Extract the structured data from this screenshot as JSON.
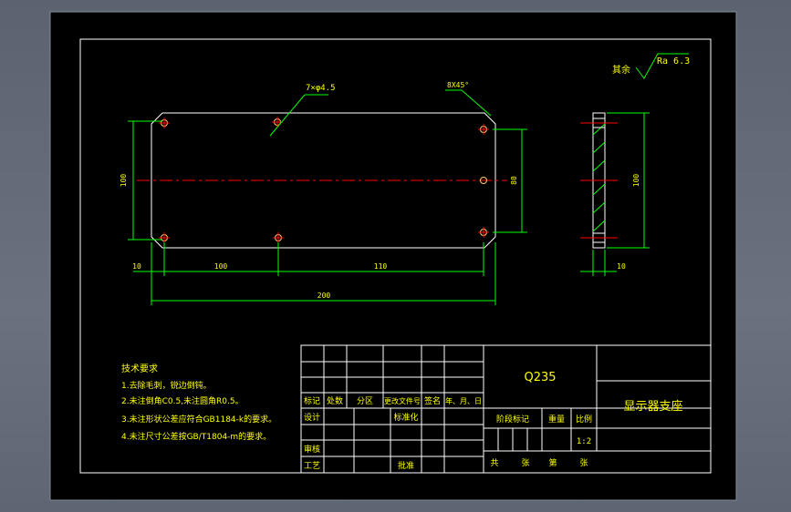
{
  "colors": {
    "background": "#000000",
    "frame": "#ffffff",
    "outline": "#ffffff",
    "dimension": "#00ff00",
    "centerline": "#ff0000",
    "hole": "#ffcc66",
    "text": "#ffff00",
    "title_text": "#00ff00",
    "hatch": "#00ff00"
  },
  "annotations": {
    "hole_spec": "7×φ4.5",
    "chamfer_spec": "8X45°",
    "surface_finish_prefix": "其余",
    "surface_finish_value": "Ra 6.3"
  },
  "dimensions": {
    "left_height": "100",
    "right_height": "80",
    "offset_left": "10",
    "span_left": "100",
    "span_right": "110",
    "overall_width": "200",
    "side_height": "100",
    "side_thickness": "10"
  },
  "tech_requirements": {
    "title": "技术要求",
    "items": [
      "1.去除毛刺，锐边倒钝。",
      "2.未注倒角C0.5,未注圆角R0.5。",
      "3.未注形状公差应符合GB1184-k的要求。",
      "4.未注尺寸公差按GB/T1804-m的要求。"
    ]
  },
  "title_block": {
    "material": "Q235",
    "part_name": "显示器支座",
    "header_labels": [
      "标记",
      "处数",
      "分区",
      "更改文件号",
      "签名",
      "年、月、日"
    ],
    "row_design": "设计",
    "row_standard": "标准化",
    "row_review": "审核",
    "row_process": "工艺",
    "row_approve": "批准",
    "stage_mark": "阶段标记",
    "weight": "重量",
    "scale_label": "比例",
    "scale_value": "1:2",
    "sheet_total": "共",
    "sheet_total_unit": "张",
    "sheet_no": "第",
    "sheet_no_unit": "张"
  }
}
